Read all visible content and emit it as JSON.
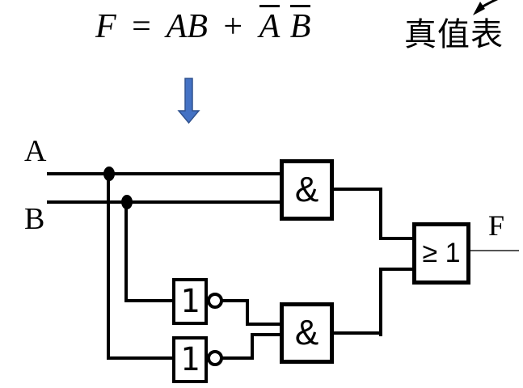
{
  "formula": {
    "lhs": "F",
    "equals": "=",
    "term1": "AB",
    "plus": "+",
    "not_a": "A",
    "not_b": "B"
  },
  "annotation": {
    "truth_table": "真值表"
  },
  "circuit": {
    "inputs": {
      "a": "A",
      "b": "B"
    },
    "output": {
      "f": "F"
    },
    "gates": {
      "and_top": {
        "label": "&"
      },
      "and_bottom": {
        "label": "&"
      },
      "not_upper": {
        "label": "1"
      },
      "not_lower": {
        "label": "1"
      },
      "or_gate": {
        "label": "≥ 1"
      }
    }
  },
  "icons": {
    "down_arrow": "down-arrow",
    "annotation_arrow": "arrow-pointing-to-truth-table"
  },
  "colors": {
    "wire": "#000000",
    "output_wire": "#555555",
    "arrow_fill": "#4472C4",
    "arrow_stroke": "#31538F",
    "ink": "#000000"
  }
}
